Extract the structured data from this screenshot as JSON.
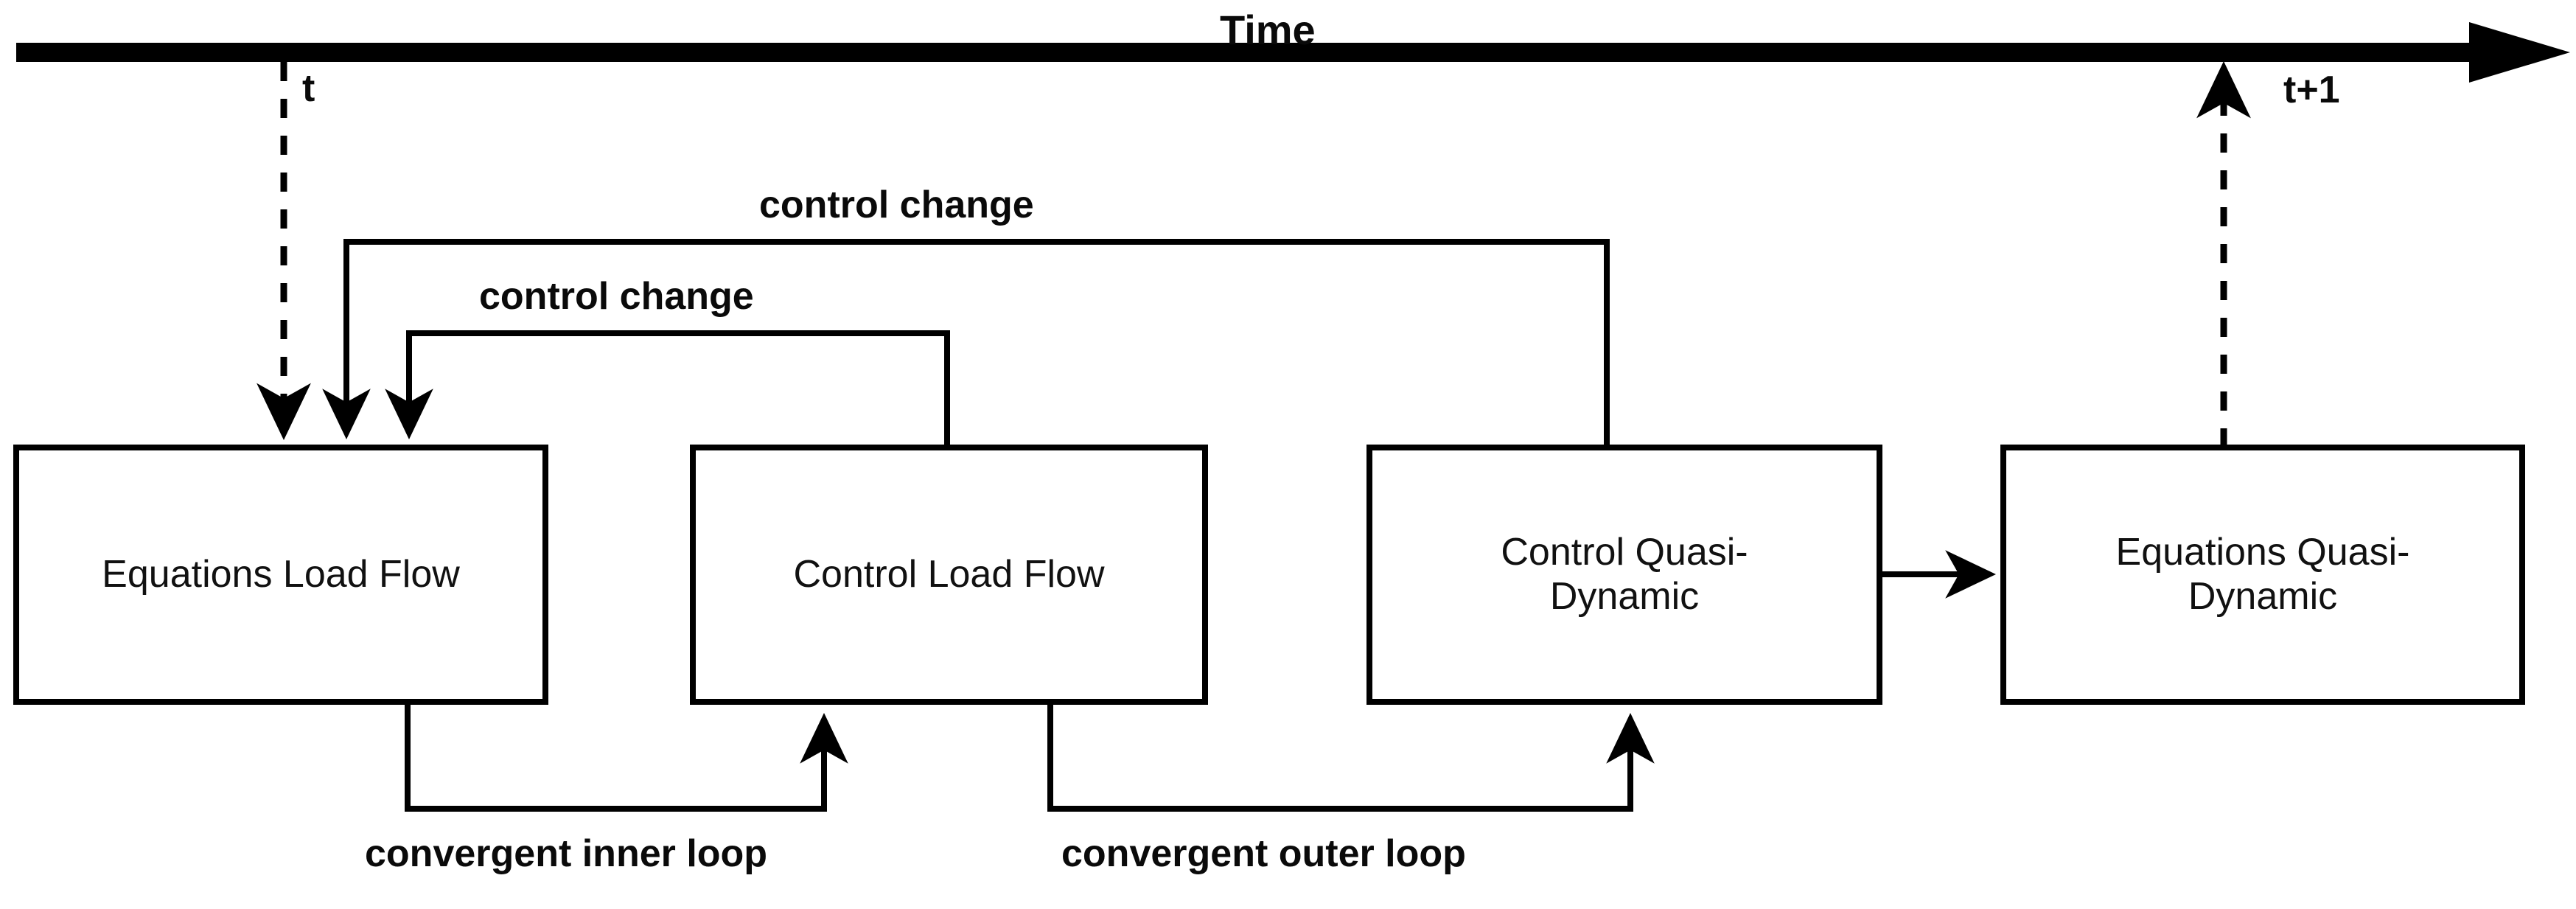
{
  "diagram": {
    "title": "Time",
    "timeline": {
      "label": "Time",
      "start_tick": "t",
      "end_tick": "t+1",
      "line_color": "#000000",
      "arrow_direction": "right"
    },
    "boxes": [
      {
        "id": "equations-load-flow",
        "label": "Equations Load Flow"
      },
      {
        "id": "control-load-flow",
        "label": "Control Load Flow"
      },
      {
        "id": "control-quasi-dynamic",
        "label": "Control Quasi-\nDynamic",
        "line1": "Control Quasi-",
        "line2": "Dynamic"
      },
      {
        "id": "equations-quasi-dynamic",
        "label": "Equations Quasi-\nDynamic",
        "line1": "Equations Quasi-",
        "line2": "Dynamic"
      }
    ],
    "edge_labels": {
      "control_change_outer": "control change",
      "control_change_inner": "control change",
      "convergent_inner_loop": "convergent inner loop",
      "convergent_outer_loop": "convergent outer loop"
    },
    "colors": {
      "stroke": "#000000",
      "text": "#111111",
      "background": "#ffffff"
    }
  }
}
